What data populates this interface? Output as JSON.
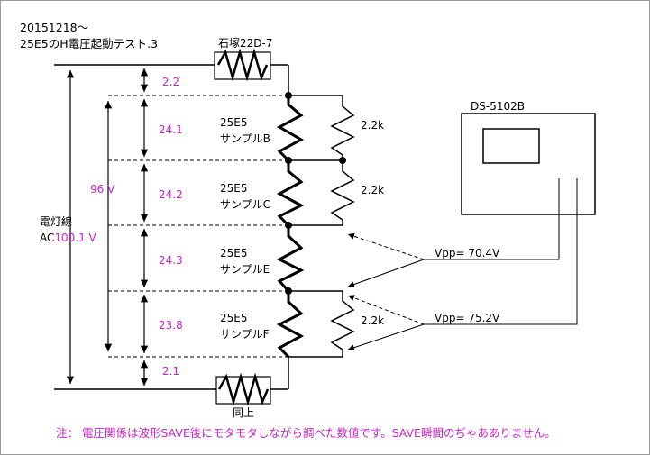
{
  "header": {
    "date": "20151218～",
    "title": "25E5のH電圧起動テスト.3"
  },
  "labels": {
    "resistor_top": "石塚22D-7",
    "resistor_bottom": "同上",
    "scope": "DS-5102B",
    "mains_1": "電灯線",
    "mains_ac": "AC",
    "mains_voltage": "100.1 V",
    "total_voltage": "96 V",
    "drop_top": "2.2",
    "drop_bottom": "2.1",
    "r1": "2.2k",
    "r2": "2.2k",
    "r3": "2.2k",
    "vpp1": "Vpp= 70.4V",
    "vpp2": "Vpp= 75.2V"
  },
  "tubes": [
    {
      "type": "25E5",
      "sample": "サンプルB",
      "voltage": "24.1"
    },
    {
      "type": "25E5",
      "sample": "サンプルC",
      "voltage": "24.2"
    },
    {
      "type": "25E5",
      "sample": "サンプルE",
      "voltage": "24.3"
    },
    {
      "type": "25E5",
      "sample": "サンプルF",
      "voltage": "23.8"
    }
  ],
  "note": "注： 電圧関係は波形SAVE後にモタモタしながら調べた数値です。SAVE瞬間のぢゃあありません。"
}
